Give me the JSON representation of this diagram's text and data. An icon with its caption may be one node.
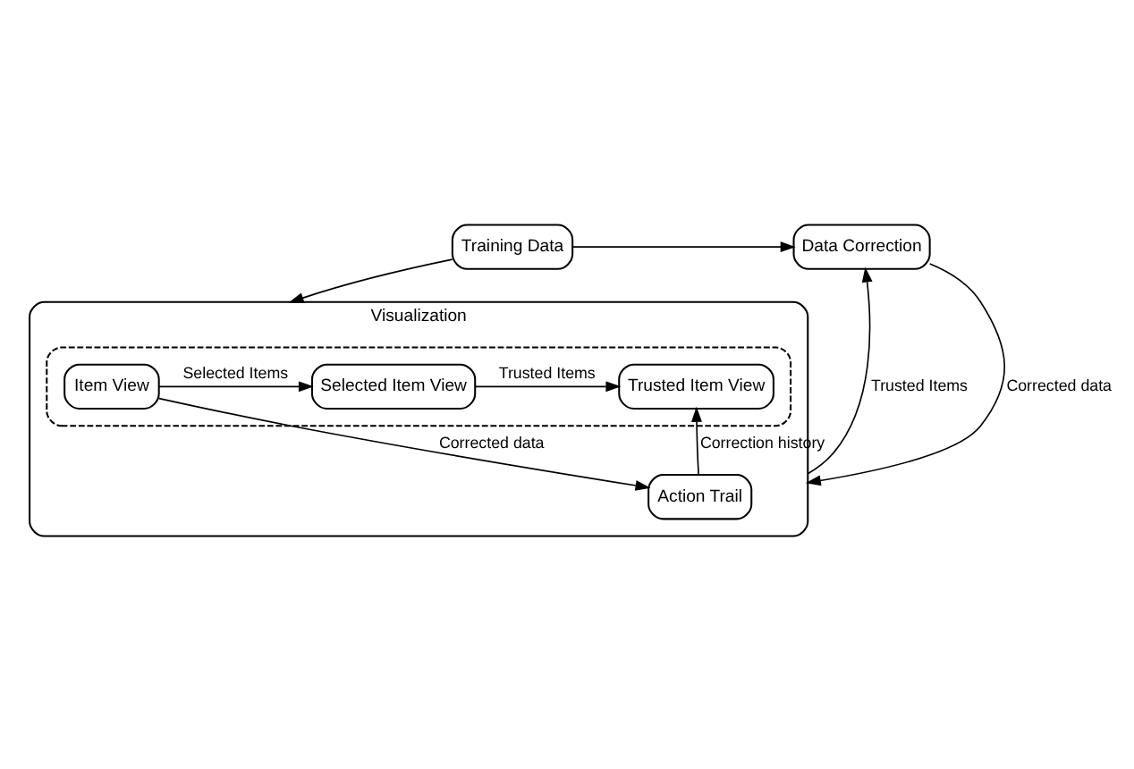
{
  "diagram": {
    "nodes": [
      {
        "text": [
          "Training Data"
        ]
      },
      {
        "text": [
          "Data Correction"
        ]
      },
      {
        "text": [
          "Visualization"
        ]
      },
      {
        "text": [],
        "shape": "box",
        "in": 2
      },
      {
        "text": [
          "Item View"
        ],
        "in": 3
      },
      {
        "text": [
          "Selected Item View"
        ],
        "in": 3
      },
      {
        "text": [
          "Trusted Item View"
        ],
        "in": 3
      },
      {
        "text": [
          "Action Trail"
        ],
        "in": 2
      }
    ],
    "edges": [
      {
        "from": 0,
        "to": 1,
        "arrow": "to"
      },
      {
        "from": 0,
        "to": 2,
        "arrow": "to"
      },
      {
        "from": 2,
        "to": 1,
        "arrow": "to",
        "label": "Trusted Items"
      },
      {
        "from": 1,
        "to": 2,
        "arrow": "to",
        "label": "Corrected data"
      },
      {
        "from": 4,
        "to": 5,
        "arrow": "to",
        "label": "Selected Items"
      },
      {
        "from": 5,
        "to": 6,
        "arrow": "to",
        "label": "Trusted Items"
      },
      {
        "from": 4,
        "to": 7,
        "arrow": "to",
        "label": "Corrected data"
      },
      {
        "from": 7,
        "to": 6,
        "arrow": "to",
        "label": "Correction history"
      }
    ]
  }
}
